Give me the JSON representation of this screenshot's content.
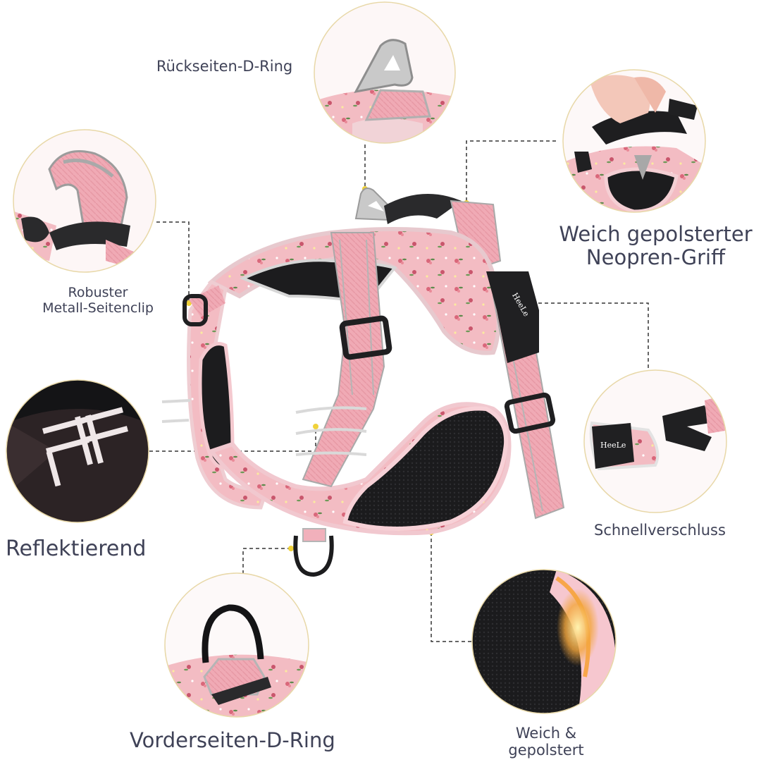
{
  "labels": {
    "back_ring": "Rückseiten-D-Ring",
    "side_clip_line1": "Robuster",
    "side_clip_line2": "Metall-Seitenclip",
    "handle_line1": "Weich gepolsterter",
    "handle_line2": "Neopren-Griff",
    "reflective": "Reflektierend",
    "quick_release": "Schnellverschluss",
    "front_ring": "Vorderseiten-D-Ring",
    "padded_line1": "Weich &",
    "padded_line2": "gepolstert"
  },
  "brand": {
    "logo_text": "HeeLe"
  },
  "colors": {
    "harness_pink": "#f2b8bf",
    "harness_pink_dark": "#e39aa4",
    "mesh_black": "#1d1d1f",
    "buckle_black": "#202022",
    "reflective_grey": "#9a9a9a",
    "metal_ring": "#b8b8b8",
    "leader_line": "#333333",
    "leader_dot": "#f0d23a",
    "circle_border": "#e8d8a8",
    "label_text": "#3f4257"
  }
}
